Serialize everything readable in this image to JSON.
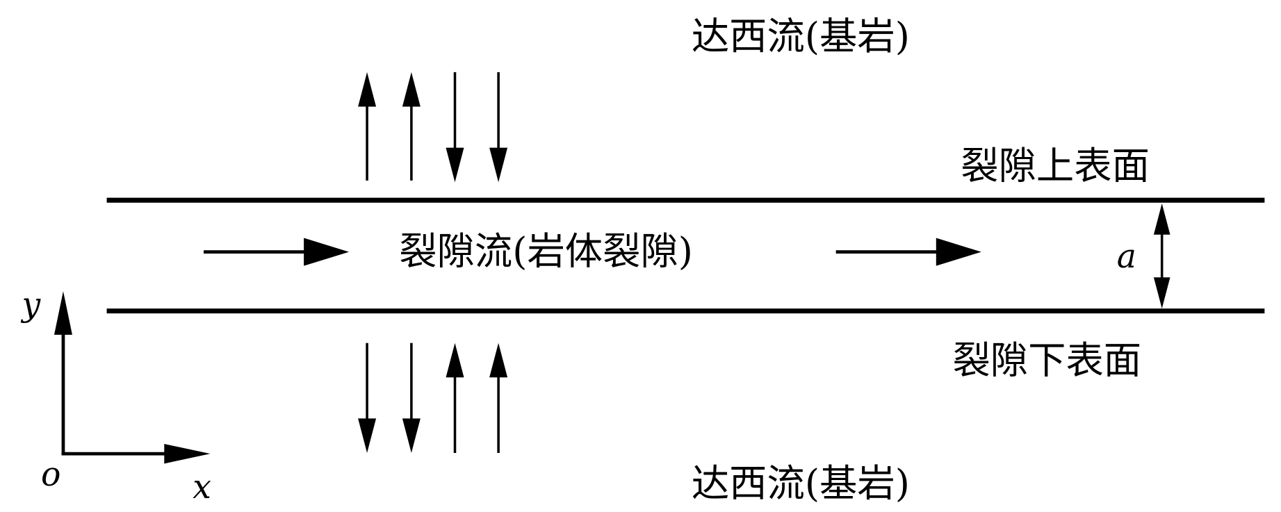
{
  "labels": {
    "top_darcy": "达西流(基岩)",
    "bottom_darcy": "达西流(基岩)",
    "fracture_flow": "裂隙流(岩体裂隙)",
    "upper_surface": "裂隙上表面",
    "lower_surface": "裂隙下表面",
    "aperture": "a",
    "axis_y": "y",
    "axis_x": "x",
    "origin": "o"
  },
  "colors": {
    "stroke": "#000000",
    "background": "#ffffff"
  }
}
